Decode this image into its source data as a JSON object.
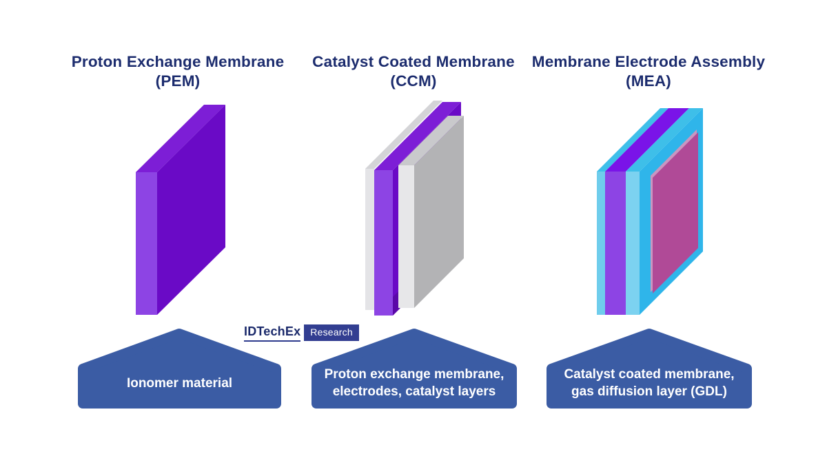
{
  "colors": {
    "title_text": "#1C2C6E",
    "callout_bg": "#3B5CA4",
    "callout_text": "#FFFFFF",
    "logo_text": "#1B2A6B",
    "logo_underline": "#2D3A8C",
    "badge_bg": "#323E91",
    "badge_text": "#FFFFFF",
    "membrane_front": "#6A0AC6",
    "membrane_side": "#8D44E4",
    "membrane_top": "#7D1ED6",
    "membrane_top_bright": "#7A14E8",
    "membrane_bottom": "#5A08A8",
    "backing_side": "#E4E4E7",
    "backing_top": "#D4D4D7",
    "electrode_front": "#B3B3B5",
    "electrode_side": "#E7E7E9",
    "electrode_top": "#C9C9CC",
    "gdl_side": "#6FCDEC",
    "gdl_side_front": "#7CD2F0",
    "gdl_top": "#3EBFE9",
    "gdl_front": "#2FB5EA",
    "ccm_sheet": "#B04A97",
    "ccm_sheet_edge": "#C996C1"
  },
  "panels": [
    {
      "id": "pem",
      "title": "Proton Exchange Membrane",
      "abbr": "(PEM)",
      "callout_lines": [
        "Ionomer material"
      ]
    },
    {
      "id": "ccm",
      "title": "Catalyst Coated Membrane",
      "abbr": "(CCM)",
      "callout_lines": [
        "Proton exchange membrane,",
        "electrodes, catalyst layers"
      ]
    },
    {
      "id": "mea",
      "title": "Membrane Electrode Assembly",
      "abbr": "(MEA)",
      "callout_lines": [
        "Catalyst coated membrane,",
        "gas diffusion layer (GDL)"
      ]
    }
  ],
  "logo": {
    "brand": "IDTechEx",
    "badge": "Research"
  }
}
